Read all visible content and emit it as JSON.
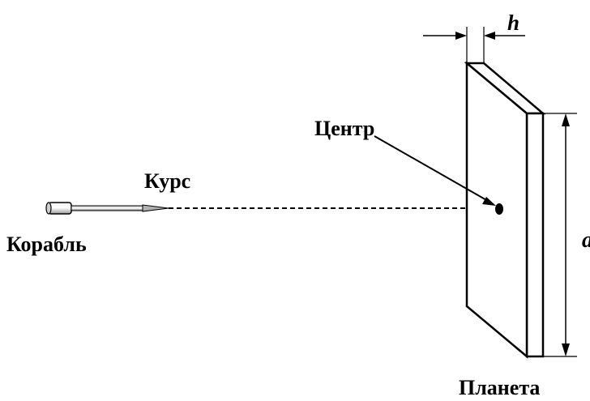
{
  "labels": {
    "ship": "Корабль",
    "course": "Курс",
    "center": "Центр",
    "planet": "Планета",
    "thickness": "h",
    "height": "a"
  },
  "colors": {
    "stroke": "#000000",
    "background": "#ffffff",
    "ship_body": "#d9d9d9"
  }
}
